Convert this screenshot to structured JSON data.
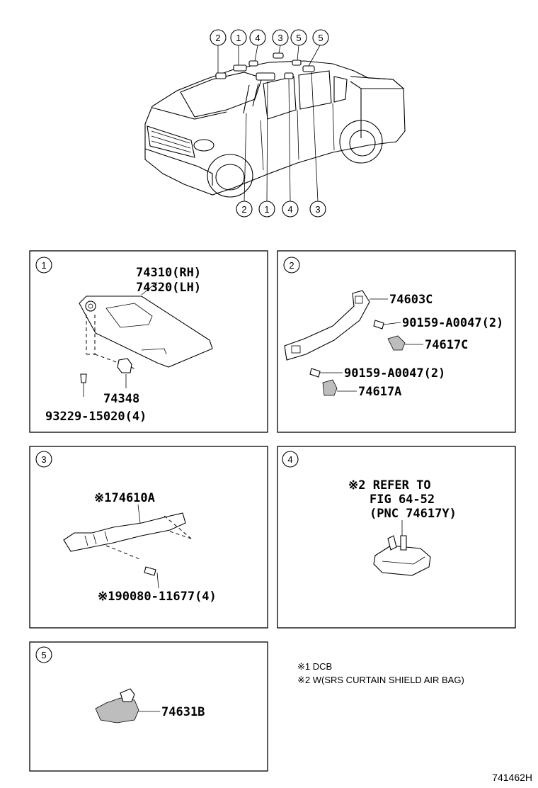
{
  "overview": {
    "top_callouts": [
      "2",
      "1",
      "4",
      "3",
      "5",
      "5"
    ],
    "bottom_callouts": [
      "2",
      "1",
      "4",
      "3"
    ]
  },
  "panels": [
    {
      "number": "1",
      "labels": [
        "74310(RH)",
        "74320(LH)",
        "74348",
        "93229-15020(4)"
      ]
    },
    {
      "number": "2",
      "labels": [
        "74603C",
        "90159-A0047(2)",
        "74617C",
        "90159-A0047(2)",
        "74617A"
      ]
    },
    {
      "number": "3",
      "labels": [
        "※174610A",
        "※190080-11677(4)"
      ]
    },
    {
      "number": "4",
      "labels": [
        "※2 REFER TO",
        "FIG 64-52",
        "(PNC 74617Y)"
      ]
    },
    {
      "number": "5",
      "labels": [
        "74631B"
      ]
    }
  ],
  "notes": [
    "※1  DCB",
    "※2  W(SRS CURTAIN SHIELD AIR BAG)"
  ],
  "figure_id": "741462H"
}
